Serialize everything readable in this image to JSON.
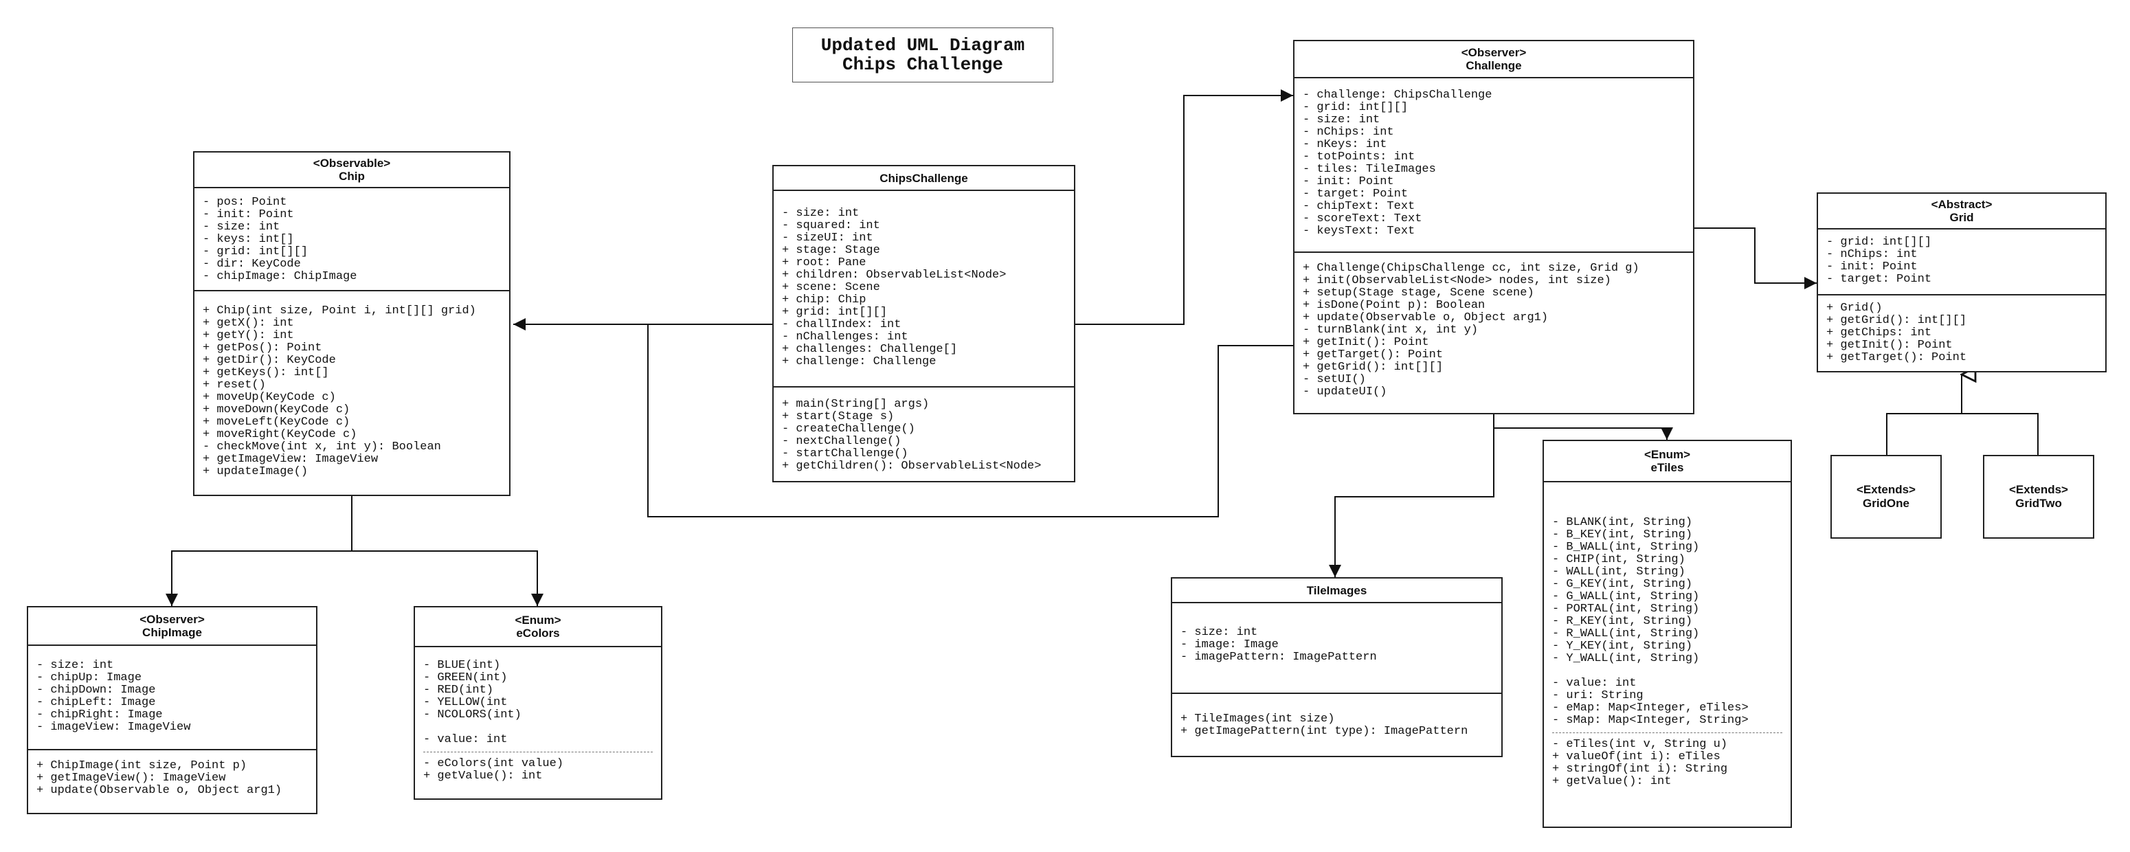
{
  "diagram_title": {
    "line1": "Updated UML Diagram",
    "line2": "Chips Challenge"
  },
  "chip": {
    "stereotype": "<Observable>",
    "name": "Chip",
    "attributes": [
      "- pos: Point",
      "- init: Point",
      "- size: int",
      "- keys: int[]",
      "- grid: int[][]",
      "- dir: KeyCode",
      "- chipImage: ChipImage"
    ],
    "methods": [
      "+ Chip(int size, Point i, int[][] grid)",
      "+ getX(): int",
      "+ getY(): int",
      "+ getPos(): Point",
      "+ getDir(): KeyCode",
      "+ getKeys(): int[]",
      "+ reset()",
      "+ moveUp(KeyCode c)",
      "+ moveDown(KeyCode c)",
      "+ moveLeft(KeyCode c)",
      "+ moveRight(KeyCode c)",
      "- checkMove(int x, int y): Boolean",
      "+ getImageView: ImageView",
      "+ updateImage()"
    ]
  },
  "chips_challenge": {
    "name": "ChipsChallenge",
    "attributes": [
      "- size: int",
      "- squared: int",
      "- sizeUI: int",
      "+ stage: Stage",
      "+ root: Pane",
      "+ children: ObservableList<Node>",
      "+ scene: Scene",
      "+ chip: Chip",
      "+ grid: int[][]",
      "- challIndex: int",
      "- nChallenges: int",
      "+ challenges: Challenge[]",
      "+ challenge: Challenge"
    ],
    "methods": [
      "+ main(String[] args)",
      "+ start(Stage s)",
      "- createChallenge()",
      "- nextChallenge()",
      "- startChallenge()",
      "+ getChildren(): ObservableList<Node>"
    ]
  },
  "challenge": {
    "stereotype": "<Observer>",
    "name": "Challenge",
    "attributes": [
      "- challenge: ChipsChallenge",
      "- grid: int[][]",
      "- size: int",
      "- nChips: int",
      "- nKeys: int",
      "- totPoints: int",
      "- tiles: TileImages",
      "- init: Point",
      "- target: Point",
      "- chipText: Text",
      "- scoreText: Text",
      "- keysText: Text"
    ],
    "methods": [
      "+ Challenge(ChipsChallenge cc, int size, Grid g)",
      "+ init(ObservableList<Node> nodes, int size)",
      "+ setup(Stage stage, Scene scene)",
      "+ isDone(Point p): Boolean",
      "+ update(Observable o, Object arg1)",
      "- turnBlank(int x, int y)",
      "+ getInit(): Point",
      "+ getTarget(): Point",
      "+ getGrid(): int[][]",
      "- setUI()",
      "- updateUI()"
    ]
  },
  "grid": {
    "stereotype": "<Abstract>",
    "name": "Grid",
    "attributes": [
      "- grid: int[][]",
      "- nChips: int",
      "- init: Point",
      "- target: Point"
    ],
    "methods": [
      "+ Grid()",
      "+ getGrid(): int[][]",
      "+ getChips: int",
      "+ getInit(): Point",
      "+ getTarget(): Point"
    ]
  },
  "grid_one": {
    "stereotype": "<Extends>",
    "name": "GridOne"
  },
  "grid_two": {
    "stereotype": "<Extends>",
    "name": "GridTwo"
  },
  "chip_image": {
    "stereotype": "<Observer>",
    "name": "ChipImage",
    "attributes": [
      "- size: int",
      "- chipUp: Image",
      "- chipDown: Image",
      "- chipLeft: Image",
      "- chipRight: Image",
      "- imageView: ImageView"
    ],
    "methods": [
      "+ ChipImage(int size, Point p)",
      "+ getImageView(): ImageView",
      "+ update(Observable o, Object arg1)"
    ]
  },
  "ecolors": {
    "stereotype": "<Enum>",
    "name": "eColors",
    "constants": [
      "- BLUE(int)",
      "- GREEN(int)",
      "- RED(int)",
      "- YELLOW(int",
      "- NCOLORS(int)"
    ],
    "fields": [
      "- value: int"
    ],
    "methods": [
      "- eColors(int value)",
      "+ getValue(): int"
    ]
  },
  "tile_images": {
    "name": "TileImages",
    "attributes": [
      "- size: int",
      "- image: Image",
      "- imagePattern: ImagePattern"
    ],
    "methods": [
      "+ TileImages(int size)",
      "+ getImagePattern(int type): ImagePattern"
    ]
  },
  "etiles": {
    "stereotype": "<Enum>",
    "name": "eTiles",
    "constants": [
      "- BLANK(int, String)",
      "- B_KEY(int, String)",
      "- B_WALL(int, String)",
      "- CHIP(int, String)",
      "- WALL(int, String)",
      "- G_KEY(int, String)",
      "- G_WALL(int, String)",
      "- PORTAL(int, String)",
      "- R_KEY(int, String)",
      "- R_WALL(int, String)",
      "- Y_KEY(int, String)",
      "- Y_WALL(int, String)"
    ],
    "fields": [
      "- value: int",
      "- uri: String",
      "- eMap: Map<Integer, eTiles>",
      "- sMap: Map<Integer, String>"
    ],
    "methods": [
      "- eTiles(int v, String u)",
      "+ valueOf(int i): eTiles",
      "+ stringOf(int i): String",
      "+ getValue(): int"
    ]
  }
}
